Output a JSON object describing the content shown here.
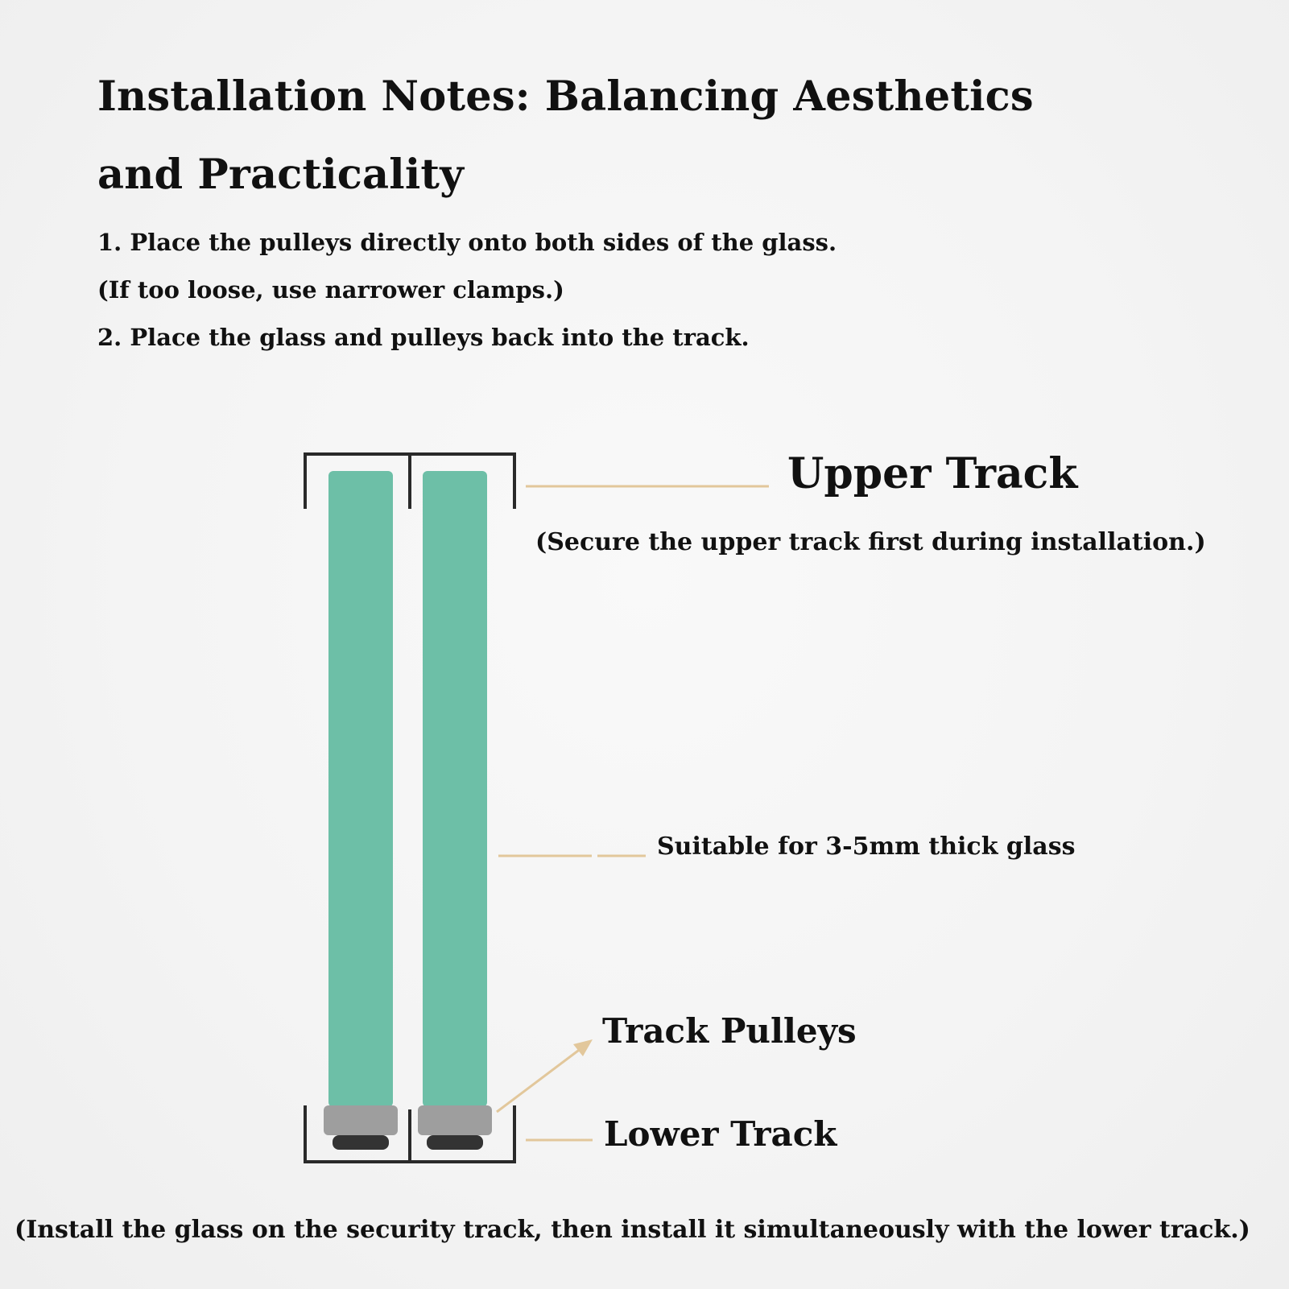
{
  "title": {
    "line1": "Installation Notes: Balancing Aesthetics",
    "line2": "and Practicality"
  },
  "steps": [
    "1. Place the pulleys directly onto both sides of the glass.",
    "(If too loose, use narrower clamps.)",
    "2. Place the glass and pulleys back into the track."
  ],
  "labels": {
    "upper_track": "Upper Track",
    "upper_track_note": "(Secure the upper track first during installation.)",
    "glass_thickness": "Suitable for 3-5mm thick glass",
    "track_pulleys": "Track Pulleys",
    "lower_track": "Lower Track",
    "footer_note": "(Install the glass on the security track, then install it simultaneously with the lower track.)"
  },
  "colors": {
    "glass": "#6dbfa7",
    "pulley": "#9e9e9e",
    "pulley_base": "#333333",
    "track": "#2a2a2a",
    "leader_line": "#e2c79b"
  }
}
